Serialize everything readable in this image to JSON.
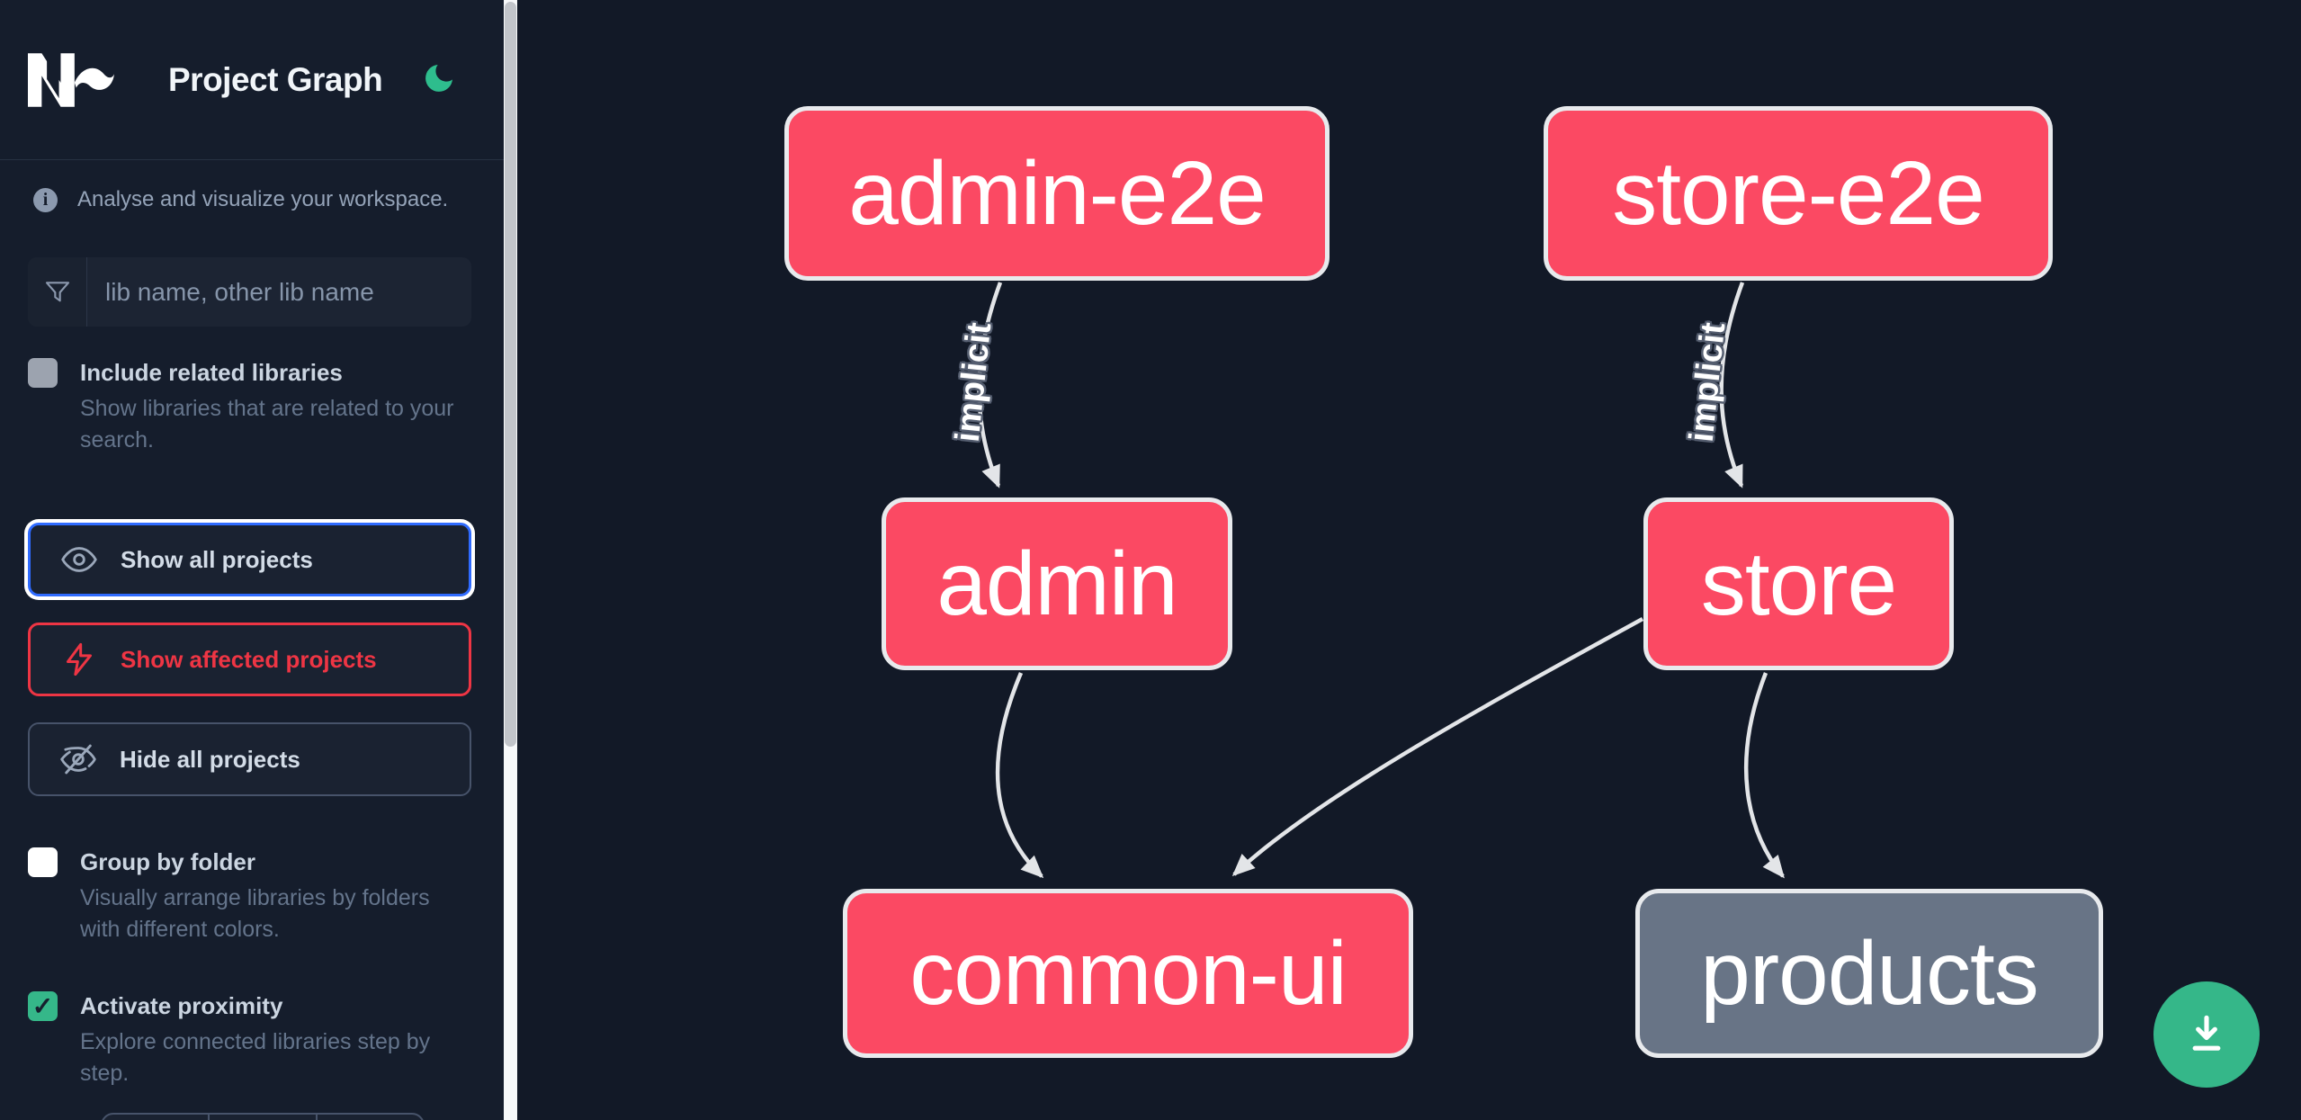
{
  "header": {
    "title": "Project Graph",
    "logo": "Nx"
  },
  "sidebar": {
    "tagline": "Analyse and visualize your workspace.",
    "search": {
      "placeholder": "lib name, other lib name"
    },
    "checkbox_related": {
      "label": "Include related libraries",
      "description": "Show libraries that are related to your search.",
      "checked": false
    },
    "checkbox_folder": {
      "label": "Group by folder",
      "description": "Visually arrange libraries by folders with different colors.",
      "checked": false
    },
    "checkbox_proximity": {
      "label": "Activate proximity",
      "description": "Explore connected libraries step by step.",
      "checked": true,
      "checkmark": "✓"
    },
    "buttons": [
      {
        "label": "Show all projects"
      },
      {
        "label": "Show affected projects"
      },
      {
        "label": "Hide all projects"
      }
    ]
  },
  "graph": {
    "nodes": [
      {
        "id": "admin-e2e",
        "label": "admin-e2e",
        "state": "focused"
      },
      {
        "id": "store-e2e",
        "label": "store-e2e",
        "state": "focused"
      },
      {
        "id": "admin",
        "label": "admin",
        "state": "focused"
      },
      {
        "id": "store",
        "label": "store",
        "state": "focused"
      },
      {
        "id": "common-ui",
        "label": "common-ui",
        "state": "focused"
      },
      {
        "id": "products",
        "label": "products",
        "state": "unfocused"
      }
    ],
    "edges": [
      {
        "from": "admin-e2e",
        "to": "admin",
        "label": "implicit"
      },
      {
        "from": "store-e2e",
        "to": "store",
        "label": "implicit"
      },
      {
        "from": "admin",
        "to": "common-ui",
        "label": ""
      },
      {
        "from": "store",
        "to": "common-ui",
        "label": ""
      },
      {
        "from": "store",
        "to": "products",
        "label": ""
      }
    ]
  },
  "colors": {
    "sidebar_bg": "#151d2c",
    "canvas_bg": "#121927",
    "node_focused": "#fb4963",
    "node_unfocused": "#687486",
    "node_border": "#e8eaed",
    "edge": "#e3e5e8",
    "accent_green": "#35b789",
    "primary_blue": "#2f6bff",
    "affected_red": "#ee3544"
  }
}
